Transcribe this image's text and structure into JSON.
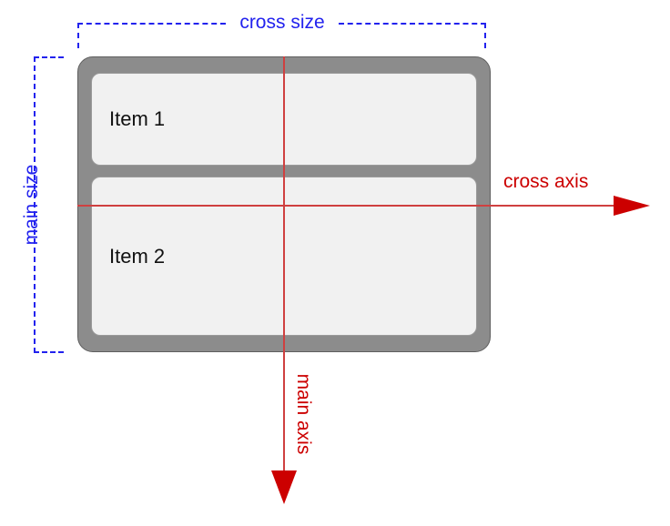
{
  "diagram": {
    "title": "flex-direction column axes diagram",
    "colors": {
      "measure": "#2222EE",
      "axis": "#CC0000",
      "axis_line": "#CF4040",
      "container_fill": "#8C8C8C",
      "item_fill": "#F1F1F1",
      "item_border": "#9A9A9A",
      "item_text": "#111111"
    },
    "measurements": {
      "cross_size_label": "cross size",
      "main_size_label": "main size"
    },
    "axes": {
      "cross_axis_label": "cross axis",
      "main_axis_label": "main axis"
    },
    "container": {
      "items": [
        {
          "label": "Item 1"
        },
        {
          "label": "Item 2"
        }
      ]
    }
  }
}
